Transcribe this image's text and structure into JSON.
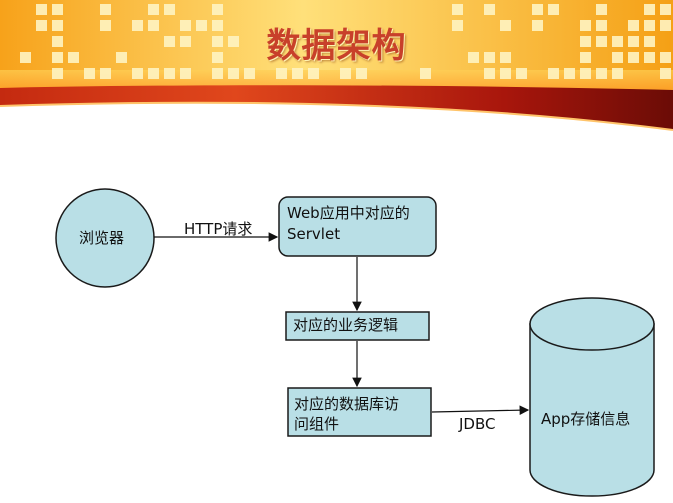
{
  "slide": {
    "title": "数据架构"
  },
  "colors": {
    "node_fill": "#b9dfe6",
    "node_stroke": "#1a1a1a",
    "title": "#c8402a",
    "banner_red": "#b81c0e",
    "banner_gold": "#ffd34a"
  },
  "diagram": {
    "nodes": {
      "browser": "浏览器",
      "servlet_line1": "Web应用中对应的",
      "servlet_line2": "Servlet",
      "business_logic": "对应的业务逻辑",
      "db_access_line1": "对应的数据库访",
      "db_access_line2": "问组件",
      "storage": "App存储信息"
    },
    "edges": {
      "http_request": "HTTP请求",
      "jdbc": "JDBC"
    }
  }
}
